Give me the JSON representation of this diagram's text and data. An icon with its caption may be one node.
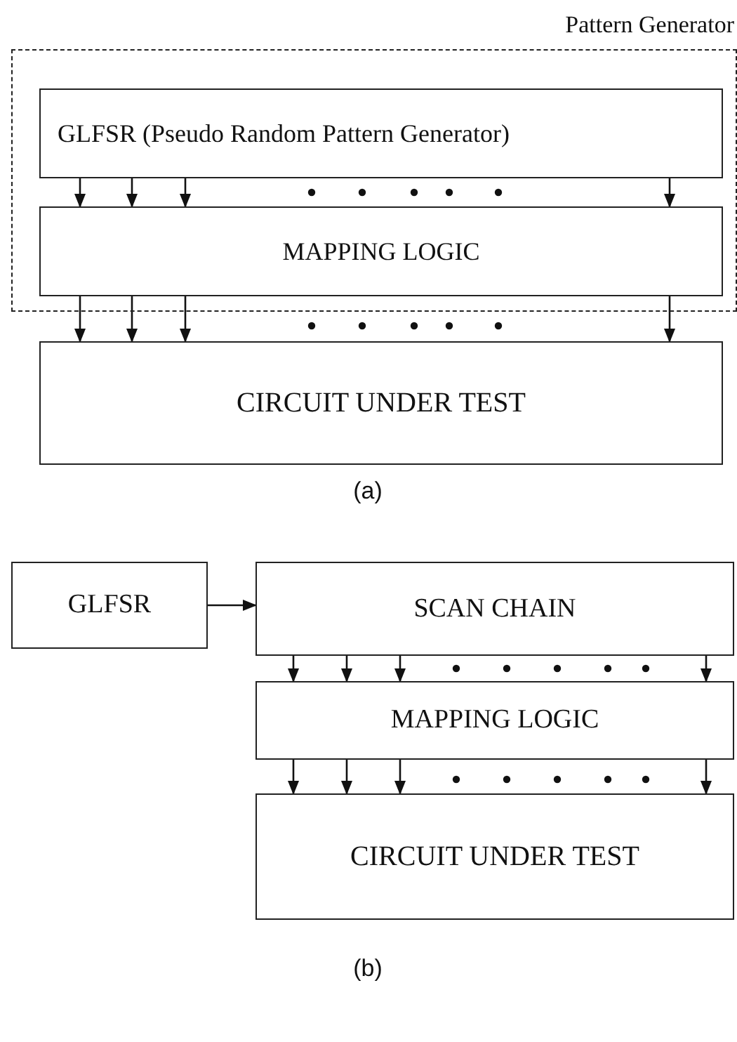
{
  "diagram": {
    "nodes": [
      {
        "text": [
          "Pattern Generator"
        ]
      },
      {
        "text": [
          "GLFSR (Pseudo Random Pattern Generator)"
        ],
        "in": 0
      },
      {
        "text": [
          "MAPPING LOGIC"
        ],
        "in": 0
      },
      {
        "text": [
          "CIRCUIT UNDER TEST"
        ]
      },
      {
        "text": [
          "GLFSR"
        ]
      },
      {
        "text": [
          "SCAN CHAIN"
        ]
      },
      {
        "text": [
          "MAPPING LOGIC"
        ]
      },
      {
        "text": [
          "CIRCUIT UNDER TEST"
        ]
      }
    ],
    "edges": [
      {
        "from": 1,
        "to": 2,
        "arrow": "to"
      },
      {
        "from": 1,
        "to": 2,
        "arrow": "to"
      },
      {
        "from": 1,
        "to": 2,
        "arrow": "to"
      },
      {
        "from": 1,
        "to": 2,
        "arrow": "to"
      },
      {
        "from": 2,
        "to": 3,
        "arrow": "to"
      },
      {
        "from": 2,
        "to": 3,
        "arrow": "to"
      },
      {
        "from": 2,
        "to": 3,
        "arrow": "to"
      },
      {
        "from": 2,
        "to": 3,
        "arrow": "to"
      },
      {
        "from": 4,
        "to": 5,
        "arrow": "to"
      },
      {
        "from": 5,
        "to": 6,
        "arrow": "to"
      },
      {
        "from": 5,
        "to": 6,
        "arrow": "to"
      },
      {
        "from": 5,
        "to": 6,
        "arrow": "to"
      },
      {
        "from": 5,
        "to": 6,
        "arrow": "to"
      },
      {
        "from": 6,
        "to": 7,
        "arrow": "to"
      },
      {
        "from": 6,
        "to": 7,
        "arrow": "to"
      },
      {
        "from": 6,
        "to": 7,
        "arrow": "to"
      },
      {
        "from": 6,
        "to": 7,
        "arrow": "to"
      }
    ],
    "labels": [
      "(a)",
      "(b)"
    ]
  }
}
